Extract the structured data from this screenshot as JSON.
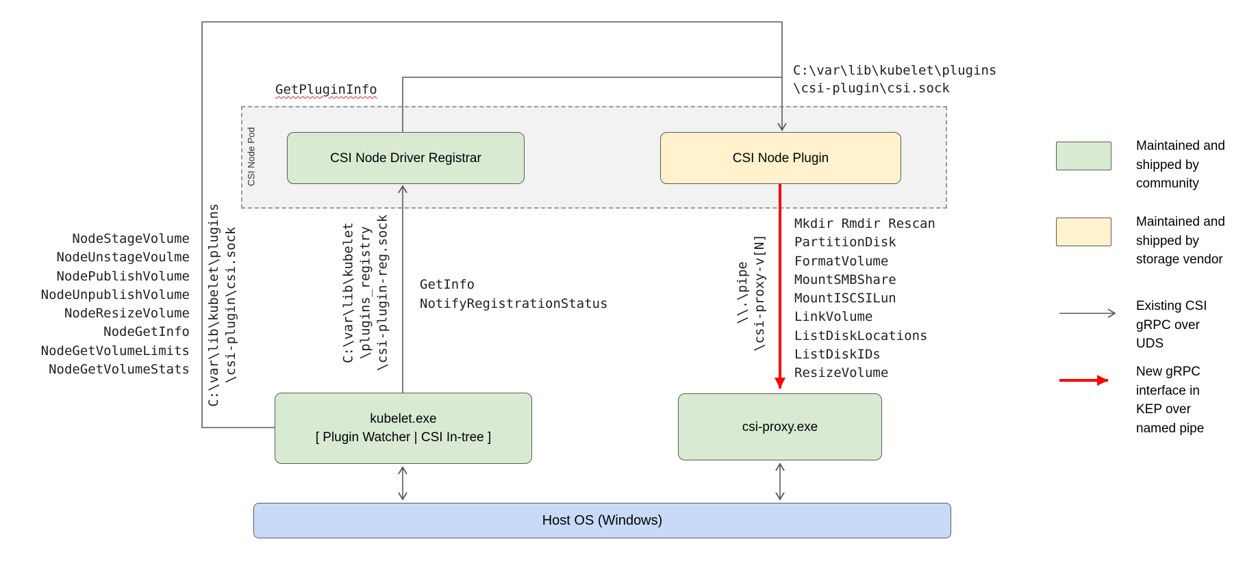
{
  "diagram": {
    "pod": {
      "label": "CSI Node Pod"
    },
    "boxes": {
      "registrar": "CSI Node Driver Registrar",
      "plugin": "CSI Node Plugin",
      "kubelet_line1": "kubelet.exe",
      "kubelet_line2": "[ Plugin Watcher | CSI In-tree ]",
      "csi_proxy": "csi-proxy.exe",
      "host_os": "Host OS (Windows)"
    },
    "annotations": {
      "get_plugin_info": "GetPluginInfo",
      "plugin_sock_path": "C:\\var\\lib\\kubelet\\plugins\n\\csi-plugin\\csi.sock",
      "plugin_sock_path_vertical": "C:\\var\\lib\\kubelet\\plugins\n\\csi-plugin\\csi.sock",
      "registration_sock_path_vertical": "C:\\var\\lib\\kubelet\n\\plugins_registry\n\\csi-plugin-reg.sock",
      "registration_calls": "GetInfo\nNotifyRegistrationStatus",
      "named_pipe_vertical": "\\\\.\\pipe\n\\csi-proxy-v[N]"
    },
    "node_calls": [
      "NodeStageVolume",
      "NodeUnstageVoulme",
      "NodePublishVolume",
      "NodeUnpublishVolume",
      "NodeResizeVolume",
      "NodeGetInfo",
      "NodeGetVolumeLimits",
      "NodeGetVolumeStats"
    ],
    "proxy_ops": [
      "Mkdir Rmdir Rescan",
      "PartitionDisk",
      "FormatVolume",
      "MountSMBShare",
      "MountISCSILun",
      "LinkVolume",
      "ListDiskLocations",
      "ListDiskIDs",
      "ResizeVolume"
    ]
  },
  "legend": {
    "community": "Maintained and\nshipped by\ncommunity",
    "vendor": "Maintained and\nshipped by\nstorage vendor",
    "existing_arrow": "Existing CSI\ngRPC over\nUDS",
    "new_arrow": "New gRPC\ninterface in\nKEP over\nnamed pipe"
  },
  "colors": {
    "community_fill": "#d9ead3",
    "vendor_fill": "#fff2cc",
    "host_fill": "#c9daf8",
    "pod_fill": "#f2f2f2",
    "existing_arrow": "#595959",
    "new_arrow": "#ff0000"
  }
}
